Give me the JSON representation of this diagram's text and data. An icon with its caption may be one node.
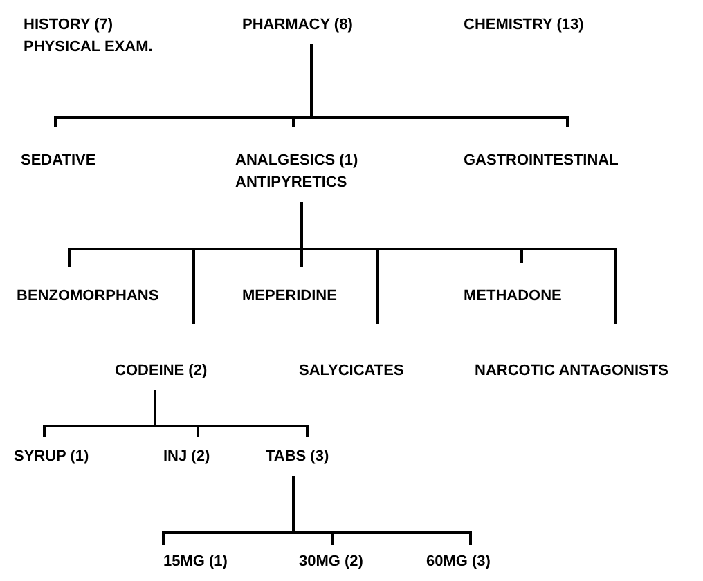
{
  "diagram": {
    "nodes": [
      {
        "text": [
          "PHARMACY (8)"
        ]
      },
      {
        "text": [
          "SEDATIVE"
        ]
      },
      {
        "text": [
          "ANALGESICS (1) ANTIPYRETICS"
        ]
      },
      {
        "text": [
          "GASTROINTESTINAL"
        ]
      },
      {
        "text": [
          "BENZOMORPHANS"
        ]
      },
      {
        "text": [
          "MEPERIDINE"
        ]
      },
      {
        "text": [
          "METHADONE"
        ]
      },
      {
        "text": [
          "CODEINE (2)"
        ]
      },
      {
        "text": [
          "SALYCICATES"
        ]
      },
      {
        "text": [
          "NARCOTIC ANTAGONISTS"
        ]
      },
      {
        "text": [
          "SYRUP (1)"
        ]
      },
      {
        "text": [
          "INJ (2)"
        ]
      },
      {
        "text": [
          "TABS (3)"
        ]
      },
      {
        "text": [
          "15MG (1)"
        ]
      },
      {
        "text": [
          "30MG (2)"
        ]
      },
      {
        "text": [
          "60MG (3)"
        ]
      }
    ],
    "edges": [
      {
        "from": 0,
        "to": 1,
        "arrow": "none"
      },
      {
        "from": 0,
        "to": 2,
        "arrow": "none"
      },
      {
        "from": 0,
        "to": 3,
        "arrow": "none"
      },
      {
        "from": 2,
        "to": 4,
        "arrow": "none"
      },
      {
        "from": 2,
        "to": 7,
        "arrow": "none"
      },
      {
        "from": 2,
        "to": 5,
        "arrow": "none"
      },
      {
        "from": 2,
        "to": 8,
        "arrow": "none"
      },
      {
        "from": 2,
        "to": 6,
        "arrow": "none"
      },
      {
        "from": 2,
        "to": 9,
        "arrow": "none"
      },
      {
        "from": 7,
        "to": 10,
        "arrow": "none"
      },
      {
        "from": 7,
        "to": 11,
        "arrow": "none"
      },
      {
        "from": 7,
        "to": 12,
        "arrow": "none"
      },
      {
        "from": 12,
        "to": 13,
        "arrow": "none"
      },
      {
        "from": 12,
        "to": 14,
        "arrow": "none"
      },
      {
        "from": 12,
        "to": 15,
        "arrow": "none"
      }
    ],
    "labels": [
      "HISTORY (7) PHYSICAL EXAM.",
      "CHEMISTRY (13)"
    ]
  }
}
